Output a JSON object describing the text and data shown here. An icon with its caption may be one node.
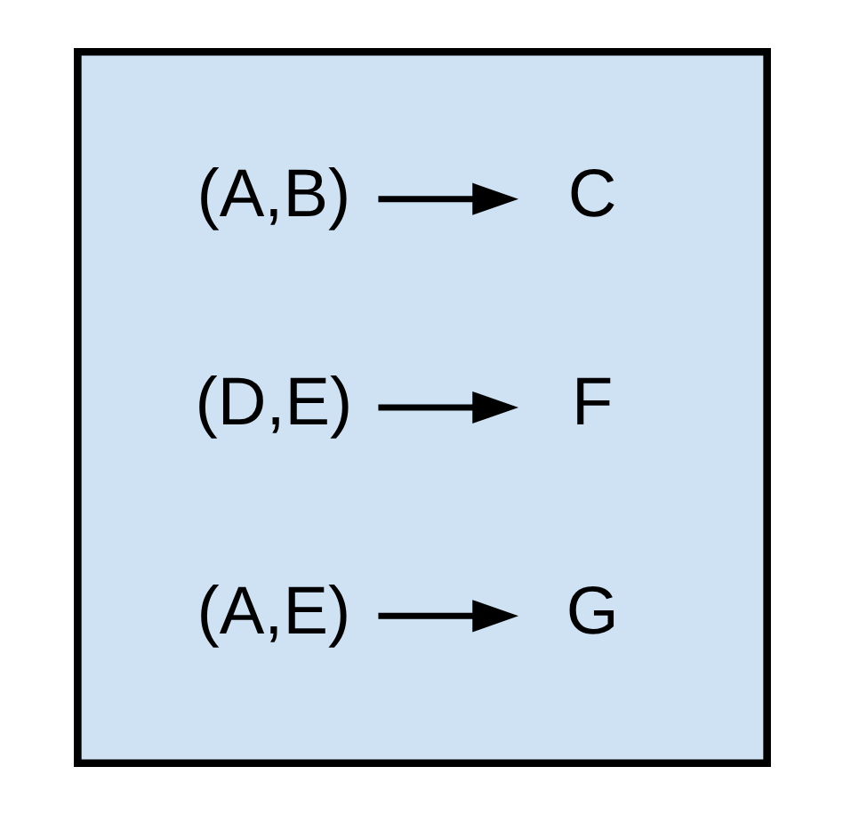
{
  "diagram": {
    "nodes": [
      {
        "text": [],
        "shape": "box"
      },
      {
        "text": [
          "(A,B)"
        ],
        "in": 0
      },
      {
        "text": [
          "C"
        ],
        "in": 0
      },
      {
        "text": [
          "(D,E)"
        ],
        "in": 0
      },
      {
        "text": [
          "F"
        ],
        "in": 0
      },
      {
        "text": [
          "(A,E)"
        ],
        "in": 0
      },
      {
        "text": [
          "G"
        ],
        "in": 0
      }
    ],
    "edges": [
      {
        "from": 1,
        "to": 2,
        "arrow": "to"
      },
      {
        "from": 3,
        "to": 4,
        "arrow": "to"
      },
      {
        "from": 5,
        "to": 6,
        "arrow": "to"
      }
    ]
  }
}
